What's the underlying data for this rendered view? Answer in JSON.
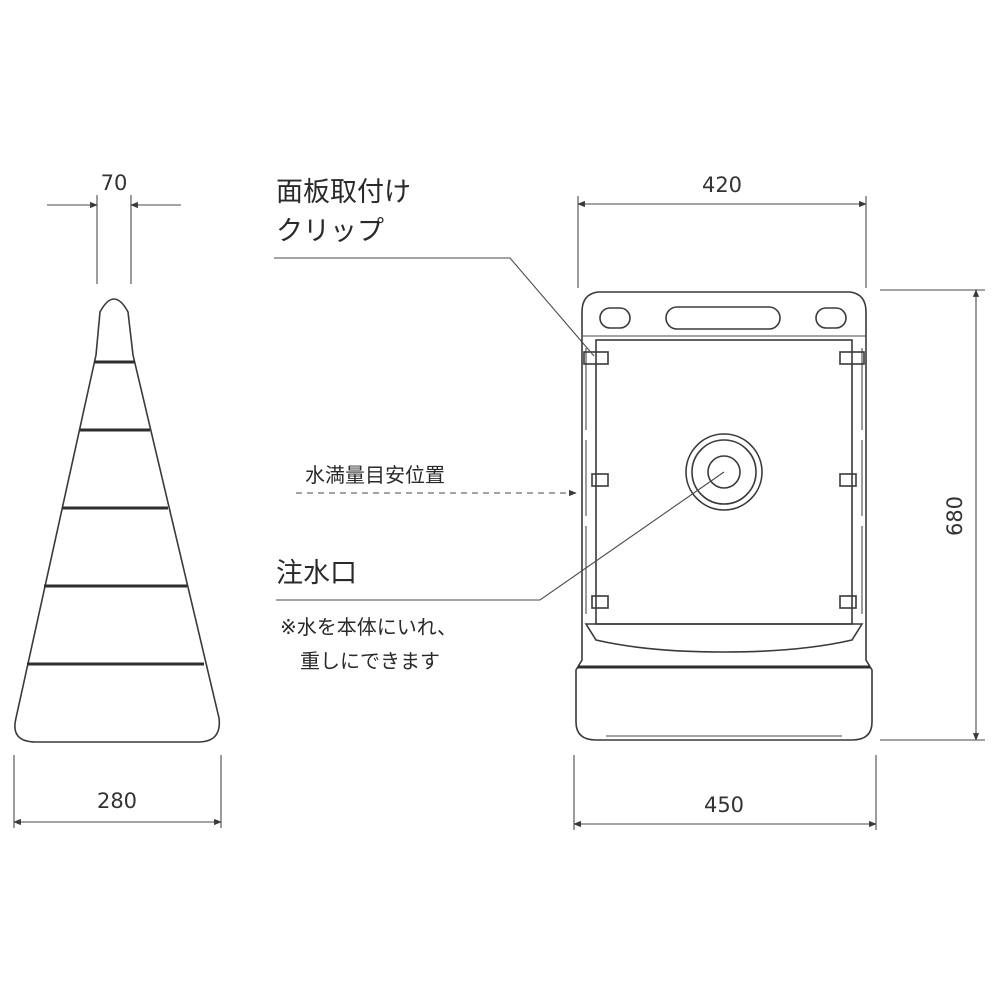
{
  "side_view": {
    "top_width": "70",
    "bottom_width": "280"
  },
  "front_view": {
    "top_width": "420",
    "bottom_width": "450",
    "height": "680"
  },
  "labels": {
    "clip_line1": "面板取付け",
    "clip_line2": "クリップ",
    "water_level": "水満量目安位置",
    "inlet": "注水口",
    "note_line1": "※水を本体にいれ、",
    "note_line2": "重しにできます"
  }
}
